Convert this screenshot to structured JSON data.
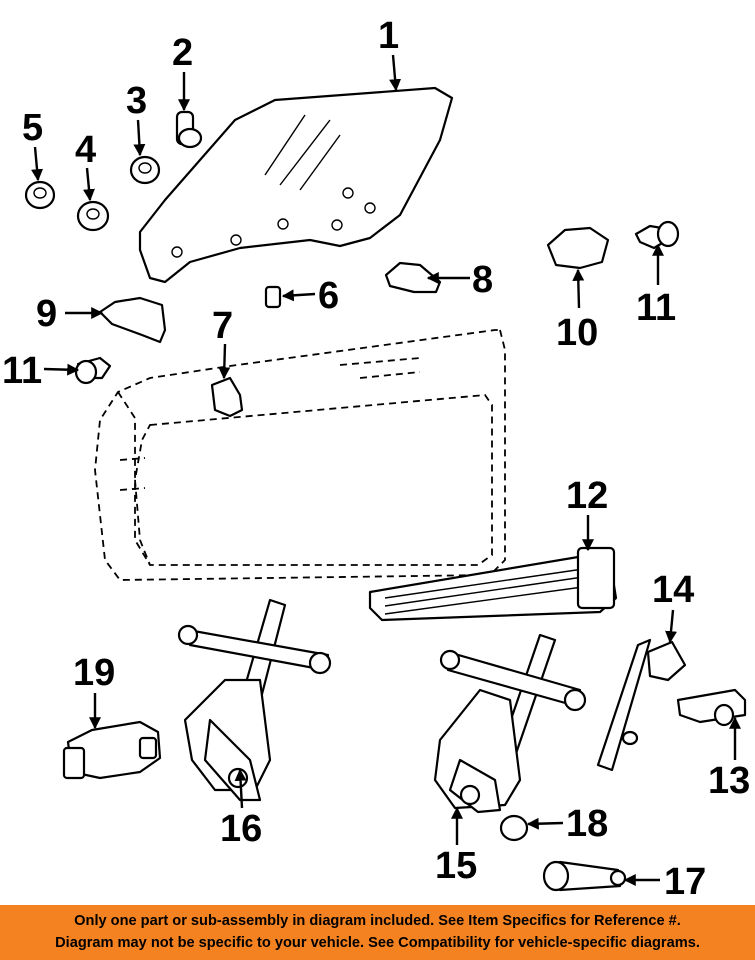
{
  "diagram": {
    "callouts": [
      "1",
      "2",
      "3",
      "4",
      "5",
      "6",
      "7",
      "8",
      "9",
      "10",
      "11",
      "11",
      "12",
      "13",
      "14",
      "15",
      "16",
      "17",
      "18",
      "19"
    ]
  },
  "disclaimer": {
    "line1": "Only one part or sub-assembly in diagram included. See Item Specifics for Reference #.",
    "line2": "Diagram may not be specific to your vehicle. See Compatibility for vehicle-specific diagrams."
  },
  "colors": {
    "banner": "#f58220",
    "ink": "#000000",
    "paper": "#ffffff"
  }
}
